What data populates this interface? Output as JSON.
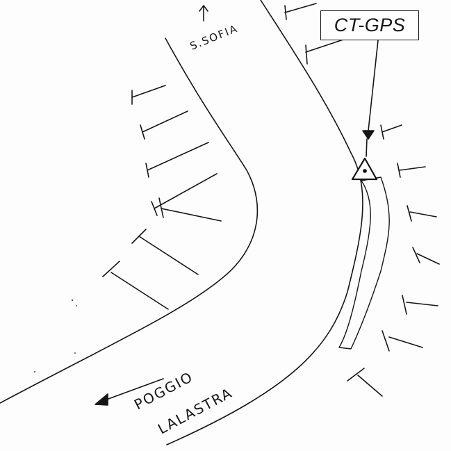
{
  "station_label": "CT-GPS",
  "direction_north": "S.SOFIA",
  "direction_south_line1": "POGGIO",
  "direction_south_line2": "LALASTRA",
  "colors": {
    "ink": "#151515",
    "paper": "#fdfdfd"
  }
}
